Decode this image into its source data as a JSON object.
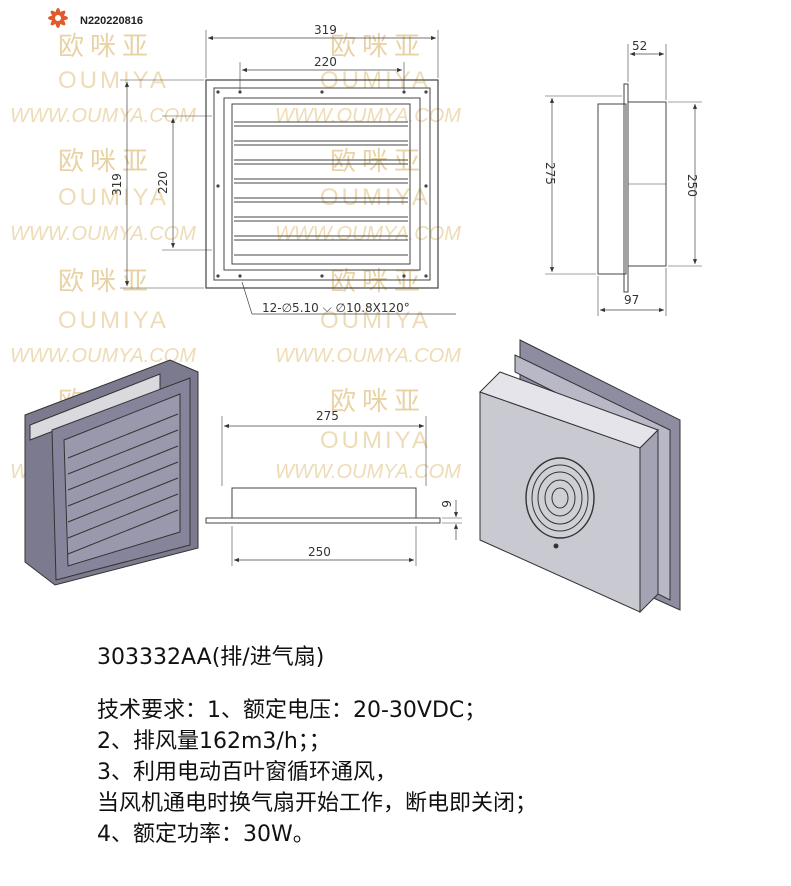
{
  "header": {
    "code": "N220220816"
  },
  "watermark": {
    "cn": "欧咪亚",
    "en": "OUMIYA",
    "url": "WWW.OUMYA.COM",
    "brand_color": "#e05a2b"
  },
  "dims": {
    "front_width": "319",
    "front_inner": "220",
    "front_height": "319",
    "front_inner_v": "220",
    "holes": "12-∅5.10 ⌵ ∅10.8X120°",
    "side_depth_top": "52",
    "side_h_outer": "275",
    "side_h_inner": "250",
    "side_depth_bottom": "97",
    "top_width": "275",
    "top_thick": "6",
    "top_base": "250"
  },
  "product": {
    "title": "303332AA(排/进气扇)",
    "lines": [
      "技术要求：1、额定电压：20-30VDC；",
      "2、排风量162m3/h；；",
      "3、利用电动百叶窗循环通风，",
      "当风机通电时换气扇开始工作，断电即关闭；",
      "4、额定功率：30W。"
    ]
  }
}
